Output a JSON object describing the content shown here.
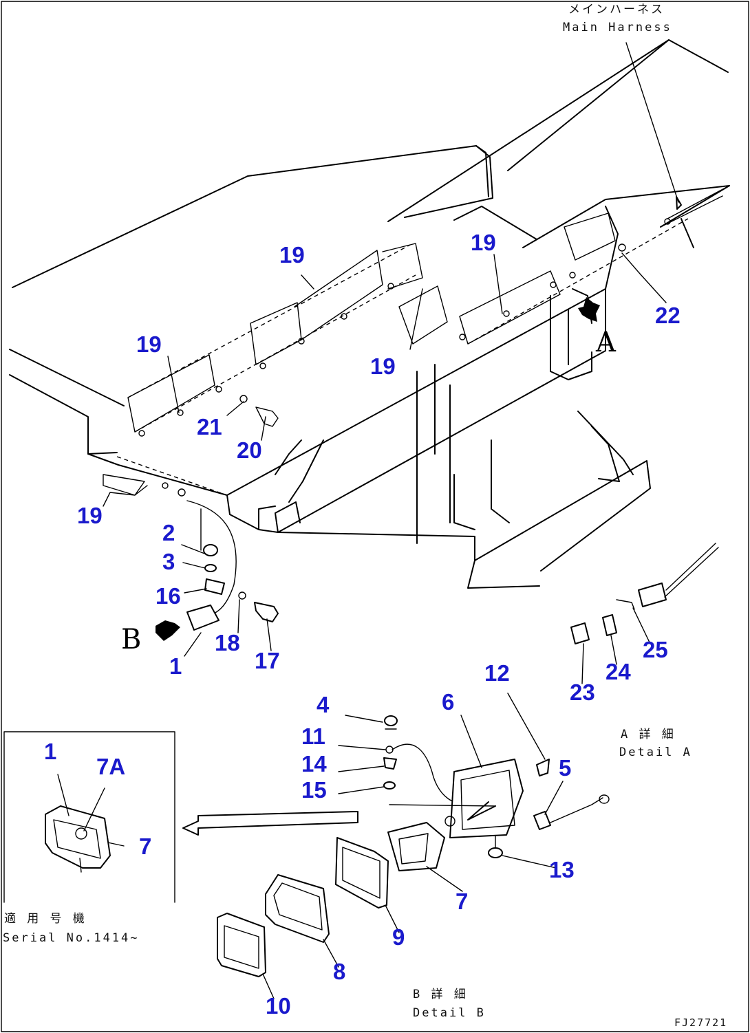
{
  "diagram": {
    "callouts": {
      "c19a": "19",
      "c19b": "19",
      "c19c": "19",
      "c19d": "19",
      "c19e": "19",
      "c22": "22",
      "c21": "21",
      "c20": "20",
      "c2": "2",
      "c3": "3",
      "c16": "16",
      "c18": "18",
      "c17": "17",
      "c1": "1",
      "c4": "4",
      "c11": "11",
      "c14": "14",
      "c15": "15",
      "c6": "6",
      "c12": "12",
      "c5": "5",
      "c13": "13",
      "c7": "7",
      "c9": "9",
      "c8": "8",
      "c10": "10",
      "c23": "23",
      "c24": "24",
      "c25": "25",
      "inset_1": "1",
      "inset_7a": "7A",
      "inset_7": "7"
    },
    "view_labels": {
      "view_a": "A",
      "view_b": "B"
    },
    "notes": {
      "main_harness_jp": "メインハーネス",
      "main_harness_en": "Main Harness",
      "detail_a_jp": "A 詳 細",
      "detail_a_en": "Detail A",
      "detail_b_jp": "B 詳 細",
      "detail_b_en": "Detail B",
      "serial_jp": "適 用 号 機",
      "serial_en": "Serial No.1414~",
      "drawing_code": "FJ27721"
    }
  }
}
